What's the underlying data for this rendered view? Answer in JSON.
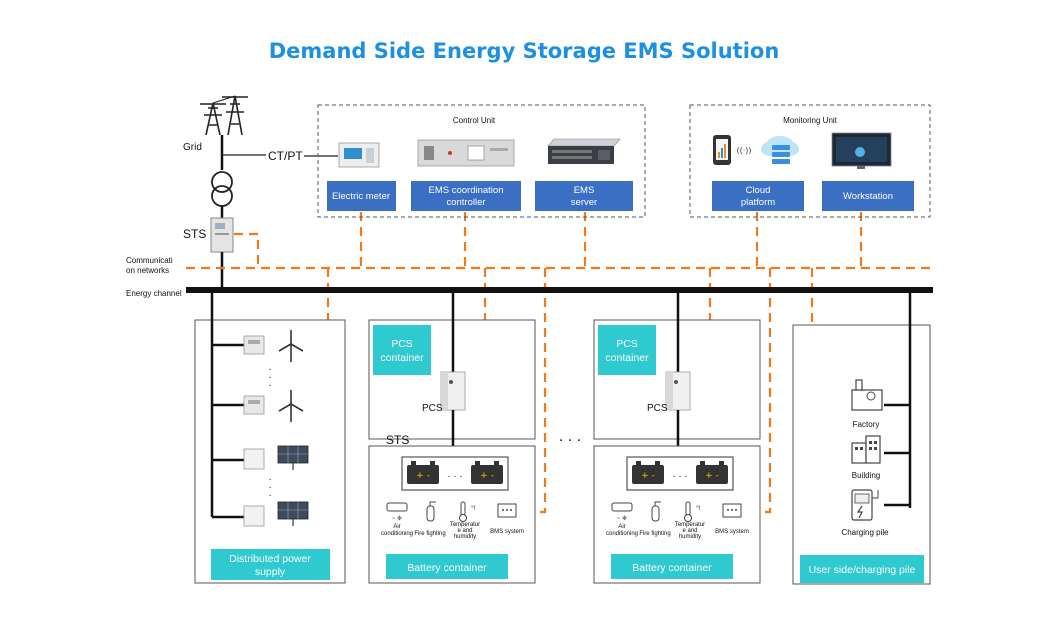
{
  "title": "Demand Side Energy Storage EMS Solution",
  "left_labels": {
    "grid": "Grid",
    "ctpt": "CT/PT",
    "sts_main": "STS",
    "comm_line1": "Communicati",
    "comm_line2": "on networks",
    "energy_channel": "Energy channel"
  },
  "control_unit": {
    "title": "Control Unit",
    "items": [
      {
        "label": "Electric meter"
      },
      {
        "label_line1": "EMS coordination",
        "label_line2": "controller"
      },
      {
        "label_line1": "EMS",
        "label_line2": "server"
      }
    ]
  },
  "monitoring_unit": {
    "title": "Monitoring Unit",
    "items": [
      {
        "label_line1": "Cloud",
        "label_line2": "platform"
      },
      {
        "label": "Workstation"
      }
    ]
  },
  "distributed": {
    "label_line1": "Distributed power",
    "label_line2": "supply"
  },
  "storage_block": {
    "pcs_container_line1": "PCS",
    "pcs_container_line2": "container",
    "pcs": "PCS",
    "sts": "STS",
    "battery_container": "Battery container",
    "aux": {
      "air_line1": "Air",
      "air_line2": "conditioning",
      "fire": "Fire fighting",
      "temp_line1": "Temperatur",
      "temp_line2": "e and",
      "temp_line3": "humidity",
      "bms": "BMS system"
    }
  },
  "ellipsis": ". . .",
  "user_side": {
    "label": "User side/charging pile",
    "factory": "Factory",
    "building": "Building",
    "charging_pile": "Charging pile"
  },
  "colors": {
    "title": "#1e90e0",
    "blue_button": "#3a6fc4",
    "teal_button": "#2ecad0",
    "comm_line": "#f07a1a"
  }
}
